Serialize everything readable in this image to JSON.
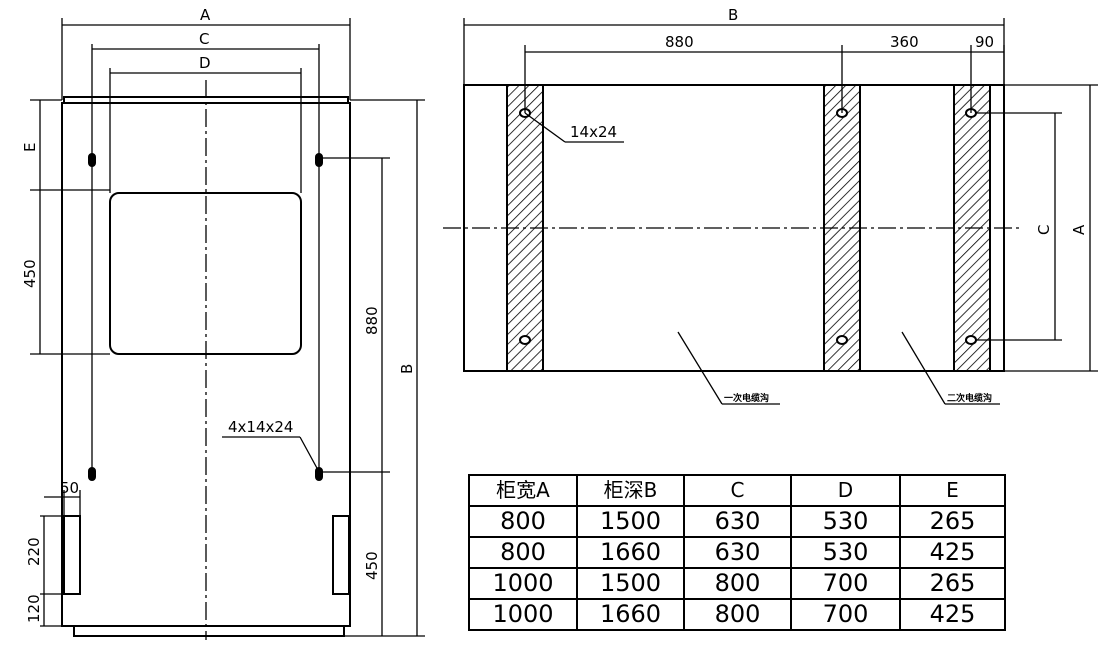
{
  "left_view": {
    "dim_A": "A",
    "dim_C": "C",
    "dim_D": "D",
    "dim_E": "E",
    "dim_450_upper": "450",
    "dim_880": "880",
    "dim_B": "B",
    "dim_450_lower": "450",
    "dim_50": "50",
    "dim_220": "220",
    "dim_120": "120",
    "hole_callout": "4x14x24"
  },
  "right_view": {
    "dim_B": "B",
    "dim_880": "880",
    "dim_360": "360",
    "dim_90": "90",
    "dim_C": "C",
    "dim_A": "A",
    "hole_callout": "14x24",
    "note_left": "一次电缆沟",
    "note_right": "二次电缆沟"
  },
  "table": {
    "headers": [
      "柜宽A",
      "柜深B",
      "C",
      "D",
      "E"
    ],
    "rows": [
      [
        "800",
        "1500",
        "630",
        "530",
        "265"
      ],
      [
        "800",
        "1660",
        "630",
        "530",
        "425"
      ],
      [
        "1000",
        "1500",
        "800",
        "700",
        "265"
      ],
      [
        "1000",
        "1660",
        "800",
        "700",
        "425"
      ]
    ]
  }
}
